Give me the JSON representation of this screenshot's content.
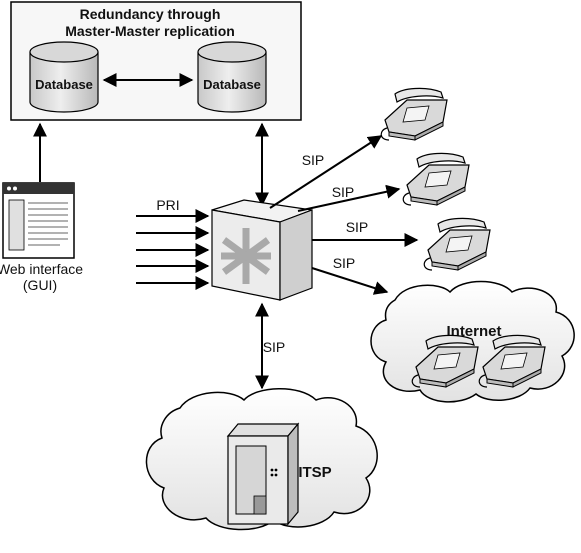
{
  "redundancy_box": {
    "title_line1": "Redundancy through",
    "title_line2": "Master-Master replication",
    "database_left": "Database",
    "database_right": "Database"
  },
  "web_interface": {
    "label_line1": "Web interface",
    "label_line2": "(GUI)"
  },
  "pbx": {
    "pri_label": "PRI"
  },
  "links": {
    "sip_phone1": "SIP",
    "sip_phone2": "SIP",
    "sip_phone3": "SIP",
    "sip_internet": "SIP",
    "sip_itsp": "SIP"
  },
  "internet_cloud": {
    "label": "Internet"
  },
  "itsp_cloud": {
    "label": "ITSP"
  },
  "colors": {
    "line": "#000000",
    "box_fill": "#f7f7f7",
    "shape_fill": "#e6e6e6",
    "shape_dark": "#bdbdbd"
  }
}
